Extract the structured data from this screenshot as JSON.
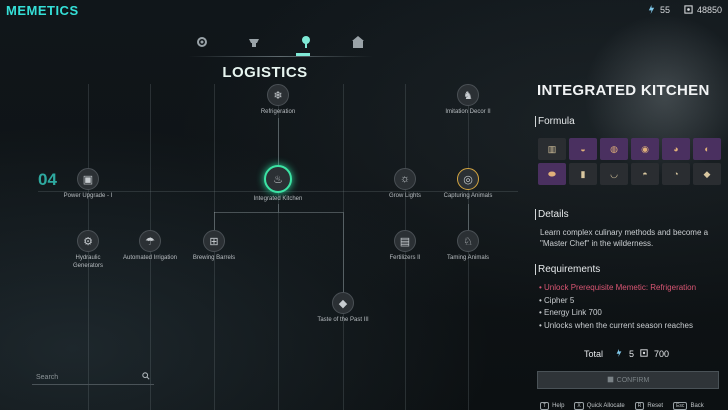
{
  "app": {
    "title": "MEMETICS"
  },
  "currency": {
    "energy": "55",
    "cipher": "48850"
  },
  "category_tabs": [
    {
      "icon": "gear-icon"
    },
    {
      "icon": "anvil-icon"
    },
    {
      "icon": "tree-icon"
    },
    {
      "icon": "building-icon"
    }
  ],
  "section": {
    "title": "LOGISTICS",
    "level": "04"
  },
  "nodes": {
    "refrigeration": "Refrigeration",
    "imitation_decor": "Imitation Decor II",
    "power_upgrade": "Power Upgrade - I",
    "integrated_kitchen": "Integrated Kitchen",
    "grow_lights": "Grow Lights",
    "capturing_animals": "Capturing Animals",
    "hydraulic_generators": "Hydraulic Generators",
    "automated_irrigation": "Automated Irrigation",
    "brewing_barrels": "Brewing Barrels",
    "fertilizers": "Fertilizers II",
    "taming_animals": "Taming Animals",
    "taste_of_the_past": "Taste of the Past III"
  },
  "search": {
    "placeholder": "Search"
  },
  "detail": {
    "title": "INTEGRATED KITCHEN",
    "formula_label": "Formula",
    "formula_items": [
      {
        "icon": "stove-icon",
        "rarity": "common"
      },
      {
        "icon": "cake-icon",
        "rarity": "purple"
      },
      {
        "icon": "pot-icon",
        "rarity": "purple"
      },
      {
        "icon": "stew-icon",
        "rarity": "purple"
      },
      {
        "icon": "pizza-icon",
        "rarity": "purple"
      },
      {
        "icon": "dish-icon",
        "rarity": "purple"
      },
      {
        "icon": "sausage-icon",
        "rarity": "purple"
      },
      {
        "icon": "drink-icon",
        "rarity": "common"
      },
      {
        "icon": "bowl-icon",
        "rarity": "common"
      },
      {
        "icon": "soup-icon",
        "rarity": "common"
      },
      {
        "icon": "pie-icon",
        "rarity": "common"
      },
      {
        "icon": "meat-icon",
        "rarity": "common"
      }
    ],
    "details_label": "Details",
    "description": "Learn complex culinary methods and become a \"Master Chef\" in the wilderness.",
    "requirements_label": "Requirements",
    "requirements": [
      "• Unlock Prerequisite Memetic: Refrigeration",
      "• Cipher 5",
      "• Energy Link 700",
      "• Unlocks when the current season reaches"
    ],
    "total_label": "Total",
    "total_energy": "5",
    "total_cipher": "700",
    "confirm_label": "CONFIRM"
  },
  "hints": [
    {
      "key": "T",
      "label": "Help"
    },
    {
      "key": "X",
      "label": "Quick Allocate"
    },
    {
      "key": "R",
      "label": "Reset"
    },
    {
      "key": "Esc",
      "label": "Back"
    }
  ],
  "colors": {
    "accent": "#35e0d8",
    "selected": "#3ce3a4",
    "gold": "#d5a640",
    "warning": "#d95573"
  }
}
